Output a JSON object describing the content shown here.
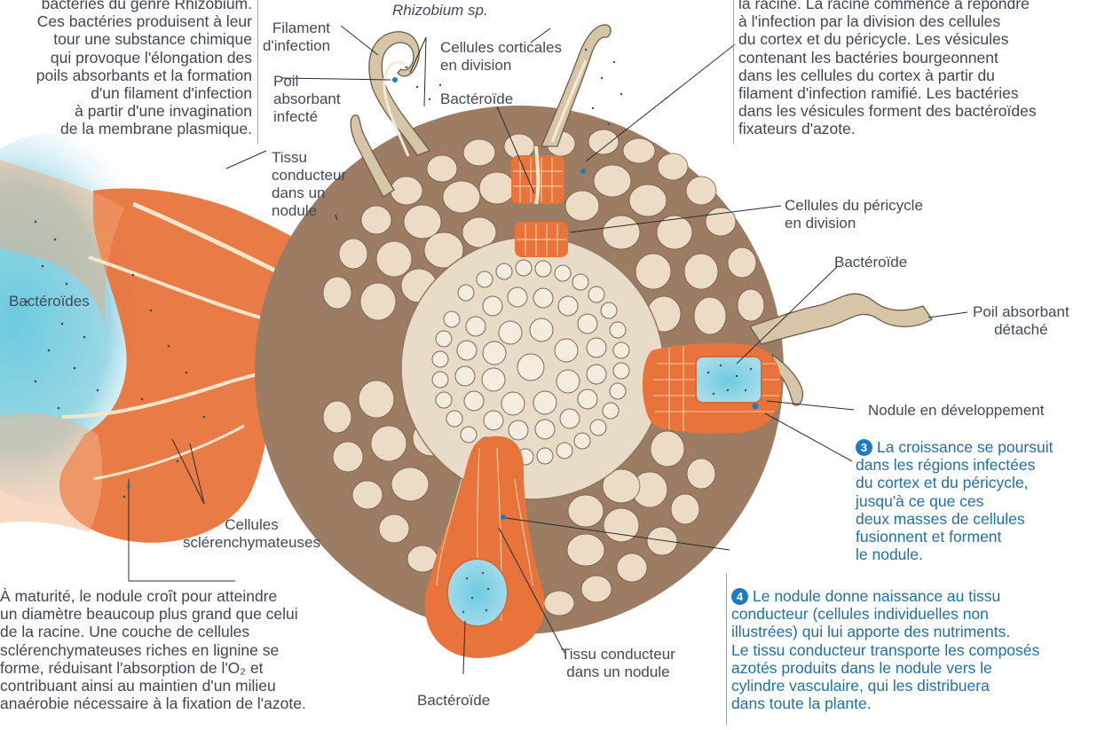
{
  "colors": {
    "orange": "#e8743c",
    "tan": "#ecdcc6",
    "ground": "#9c7c62",
    "blue": "#8fd3e2",
    "text": "#3f4a5a",
    "accent": "#1e7bbf"
  },
  "labels": {
    "filament_infection": "Filament\nd'infection",
    "rhizobium": "Rhizobium sp.",
    "cellules_corticales": "Cellules corticales\nen division",
    "poil_infecte": "Poil\nabsorbant\ninfecté",
    "bacteroide_top": "Bactéroïde",
    "tissu_nodule_left": "Tissu\nconducteur\ndans un\nnodule",
    "pericycle": "Cellules du péricycle\nen division",
    "bacteroide_right": "Bactéroïde",
    "bacteroides_left": "Bactéroïdes",
    "poil_detache": "Poil absorbant\ndétaché",
    "nodule_dev": "Nodule en développement",
    "cellules_sclerenchymateuses": "Cellules\nsclérenchymateuses",
    "tissu_nodule_bottom": "Tissu conducteur\ndans un nodule",
    "bacteroide_bottom": "Bactéroïde"
  },
  "text_blocks": {
    "top_left": "bactéries du genre Rhizobium.\nCes bactéries produisent à leur\ntour une substance chimique\nqui provoque l'élongation des\npoils absorbants et la formation\nd'un filament d'infection\nà partir d'une invagination\nde la membrane plasmique.",
    "top_right": "la racine. La racine commence à répondre\nà l'infection par la division des cellules\ndu cortex et du péricycle. Les vésicules\ncontenant les bactéries bourgeonnent\ndans les cellules du cortex à partir du\nfilament d'infection ramifié. Les bactéries\ndans les vésicules forment des bactéroïdes\nfixateurs d'azote.",
    "step3_number": "3",
    "step3": "La croissance se poursuit\ndans les régions infectées\ndu cortex et du péricycle,\njusqu'à ce que ces\ndeux masses de cellules\nfusionnent et forment\nle nodule.",
    "step4_number": "4",
    "step4": "Le nodule donne naissance au tissu\nconducteur (cellules individuelles non\nillustrées) qui lui apporte des nutriments.\nLe tissu conducteur transporte les composés\nazotés produits dans le nodule vers le\ncylindre vasculaire, qui les distribuera\ndans toute la plante.",
    "bottom_left": "À maturité, le nodule croît pour atteindre\nun diamètre beaucoup plus grand que celui\nde la racine. Une couche de cellules\nsclérenchymateuses riches en lignine se\nforme, réduisant l'absorption de l'O₂ et\ncontribuant ainsi au maintien d'un milieu\nanaérobie nécessaire à la fixation de l'azote."
  }
}
